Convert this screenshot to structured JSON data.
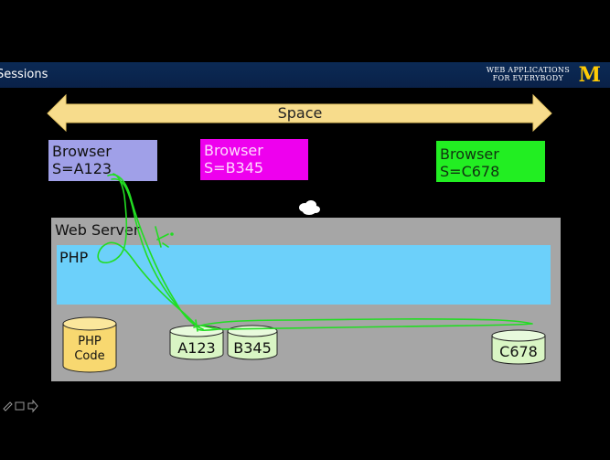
{
  "header": {
    "title": "Sessions",
    "brand_line1": "WEB APPLICATIONS",
    "brand_line2": "FOR EVERYBODY",
    "logo": "M"
  },
  "diagram": {
    "space_label": "Space",
    "browsers": [
      {
        "line1": "Browser",
        "line2": "S=A123",
        "color": "#a0a0e8"
      },
      {
        "line1": "Browser",
        "line2": "S=B345",
        "color": "#ee00ee"
      },
      {
        "line1": "Browser",
        "line2": "S=C678",
        "color": "#22ee22"
      }
    ],
    "server_label": "Web Server",
    "php_label": "PHP",
    "php_code": {
      "line1": "PHP",
      "line2": "Code"
    },
    "sessions": [
      "A123",
      "B345",
      "C678"
    ]
  },
  "colors": {
    "arrow": "#f7dc8c",
    "server": "#a6a6a6",
    "php_band": "#6cd0fa",
    "session_store": "#d9f5c4",
    "php_code_store": "#f8d870",
    "annotation": "#22dd22",
    "header_bg": "#0b2a55",
    "logo": "#ffcb05"
  },
  "toolbar": {
    "icons": [
      "pencil-icon",
      "notes-icon",
      "arrow-right-icon"
    ]
  }
}
